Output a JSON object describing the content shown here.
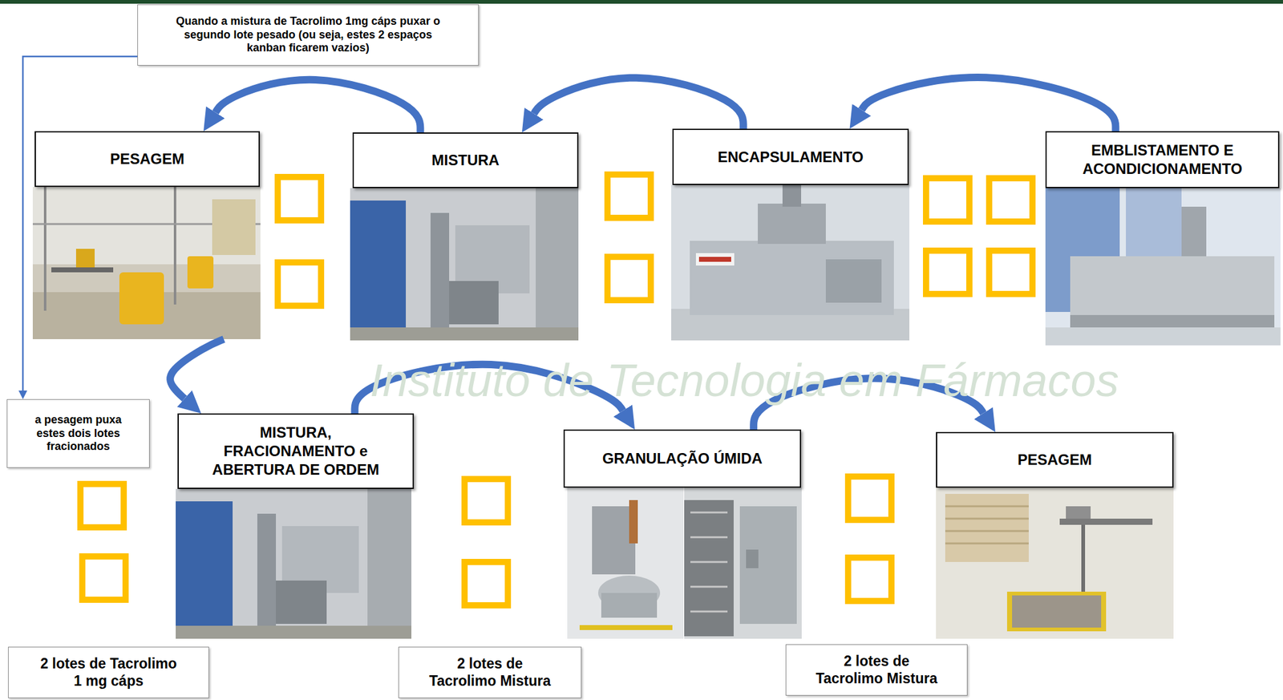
{
  "diagram": {
    "nodes": [
      {
        "text": [
          "Quando a mistura de Tacrolimo 1mg cáps puxar o segundo lote pesado (ou seja, estes 2 espaços kanban ficarem vazios)"
        ]
      },
      {
        "text": [
          "PESAGEM"
        ]
      },
      {
        "text": [
          "MISTURA"
        ]
      },
      {
        "text": [
          "ENCAPSULAMENTO"
        ]
      },
      {
        "text": [
          "EMBLISTAMENTO E ACONDICIONAMENTO"
        ]
      },
      {
        "text": [
          "a pesagem puxa estes dois lotes fracionados"
        ]
      },
      {
        "text": [
          "MISTURA, FRACIONAMENTO e ABERTURA DE ORDEM"
        ]
      },
      {
        "text": [
          "GRANULAÇÃO ÚMIDA"
        ]
      },
      {
        "text": [
          "PESAGEM"
        ]
      },
      {
        "text": [
          "2 lotes de Tacrolimo 1 mg cáps"
        ]
      },
      {
        "text": [
          "2 lotes de Tacrolimo Mistura"
        ]
      },
      {
        "text": [
          "2 lotes de Tacrolimo Mistura"
        ]
      }
    ],
    "edges": [
      {
        "from": 4,
        "to": 3,
        "arrow": "to"
      },
      {
        "from": 3,
        "to": 2,
        "arrow": "to"
      },
      {
        "from": 2,
        "to": 1,
        "arrow": "to"
      },
      {
        "from": 1,
        "to": 6,
        "arrow": "to"
      },
      {
        "from": 6,
        "to": 7,
        "arrow": "to"
      },
      {
        "from": 7,
        "to": 8,
        "arrow": "to"
      },
      {
        "from": 0,
        "to": 5,
        "arrow": "to"
      }
    ],
    "labels": [
      "Instituto de Tecnologia em Fármacos"
    ]
  }
}
